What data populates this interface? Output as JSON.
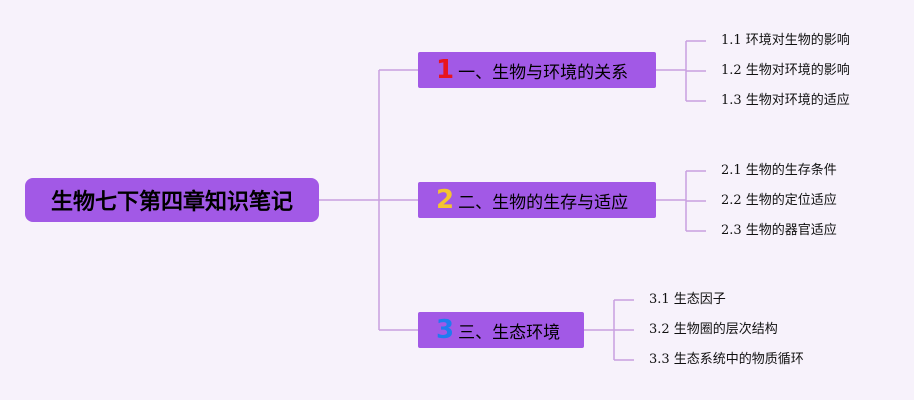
{
  "root": {
    "label": "生物七下第四章知识笔记"
  },
  "branches": [
    {
      "number": "1",
      "number_color": "#e8141f",
      "label": "一、生物与环境的关系",
      "children": [
        "1.1 环境对生物的影响",
        "1.2 生物对环境的影响",
        "1.3 生物对环境的适应"
      ]
    },
    {
      "number": "2",
      "number_color": "#f4c430",
      "label": "二、生物的生存与适应",
      "children": [
        "2.1 生物的生存条件",
        "2.2 生物的定位适应",
        "2.3 生物的器官适应"
      ]
    },
    {
      "number": "3",
      "number_color": "#1f7cf0",
      "label": "三、生态环境",
      "children": [
        "3.1 生态因子",
        "3.2 生物圈的层次结构",
        "3.3 生态系统中的物质循环"
      ]
    }
  ],
  "colors": {
    "node_fill": "#a259e6",
    "connector": "#c9a0e0",
    "background": "#f7f2fb"
  }
}
